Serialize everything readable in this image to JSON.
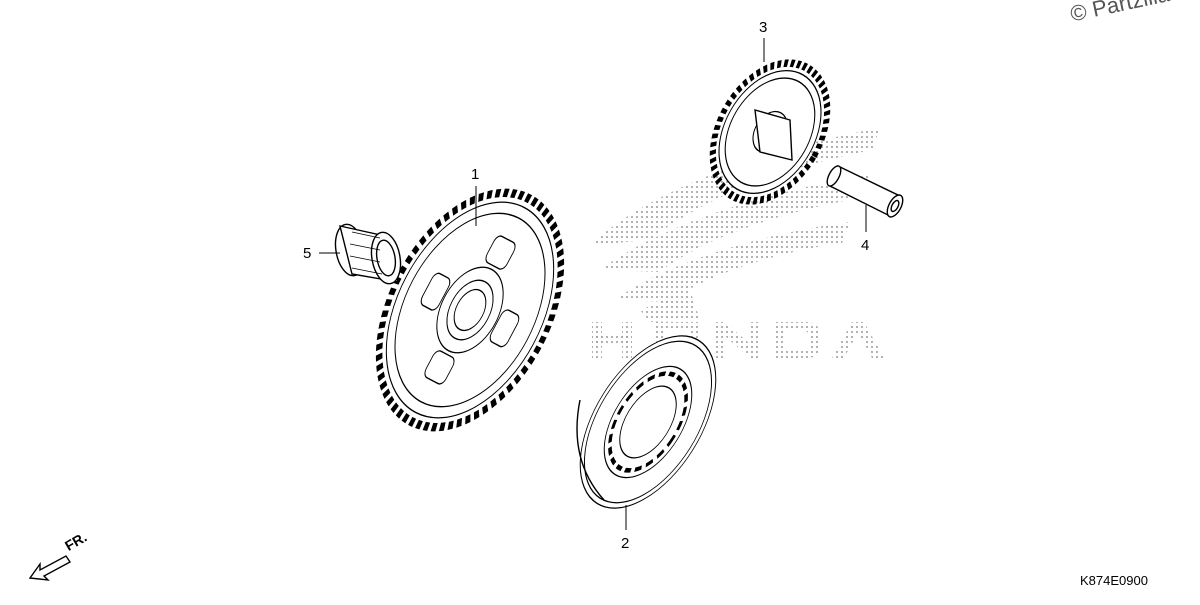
{
  "watermark": {
    "copyright": "© Partzilla",
    "logo_text": "HONDA"
  },
  "diagram_code": "K874E0900",
  "direction_marker": {
    "label": "FR."
  },
  "parts": [
    {
      "ref": "1"
    },
    {
      "ref": "2"
    },
    {
      "ref": "3"
    },
    {
      "ref": "4"
    },
    {
      "ref": "5"
    }
  ]
}
